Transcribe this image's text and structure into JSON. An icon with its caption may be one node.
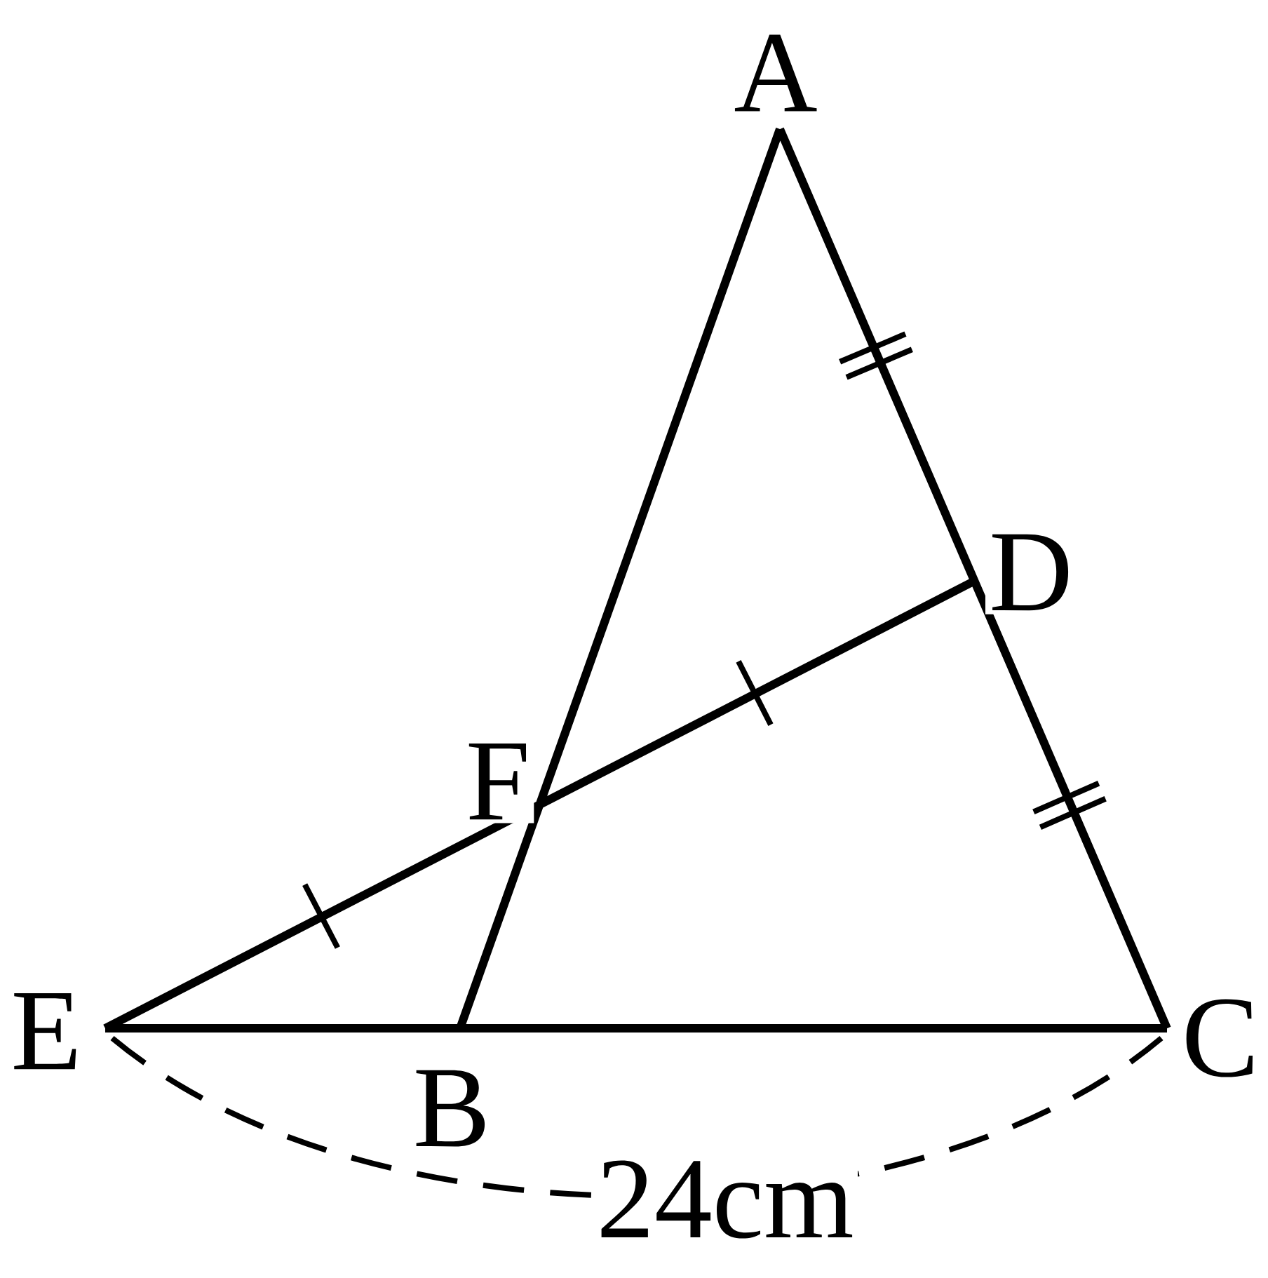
{
  "diagram": {
    "labels": [
      "A",
      "D",
      "F",
      "E",
      "C",
      "B",
      "24cm"
    ]
  }
}
